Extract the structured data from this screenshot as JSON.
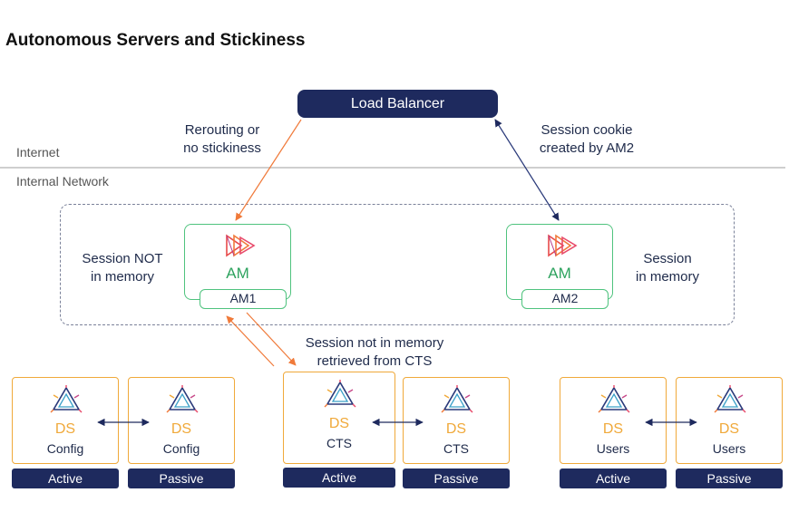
{
  "title": "Autonomous Servers and Stickiness",
  "zones": {
    "internet": "Internet",
    "internal": "Internal Network"
  },
  "load_balancer": "Load Balancer",
  "captions": {
    "reroute": [
      "Rerouting or",
      "no stickiness"
    ],
    "cookie": [
      "Session cookie",
      "created by AM2"
    ],
    "not_in_memory": [
      "Session NOT",
      "in memory"
    ],
    "in_memory": [
      "Session",
      "in memory"
    ],
    "cts": [
      "Session not in memory",
      "retrieved from CTS"
    ]
  },
  "am_servers": [
    {
      "label": "AM",
      "tag": "AM1"
    },
    {
      "label": "AM",
      "tag": "AM2"
    }
  ],
  "ds_servers": [
    {
      "label": "DS",
      "sub": "Config",
      "status": "Active"
    },
    {
      "label": "DS",
      "sub": "Config",
      "status": "Passive"
    },
    {
      "label": "DS",
      "sub": "CTS",
      "status": "Active"
    },
    {
      "label": "DS",
      "sub": "CTS",
      "status": "Passive"
    },
    {
      "label": "DS",
      "sub": "Users",
      "status": "Active"
    },
    {
      "label": "DS",
      "sub": "Users",
      "status": "Passive"
    }
  ],
  "colors": {
    "navy": "#1e2a5e",
    "am_green": "#4fc37e",
    "ds_orange": "#f0a93a",
    "reroute_arrow": "#f07a3a",
    "cookie_arrow": "#3a4a8a"
  },
  "icons": {
    "am": "forgerock-am-logo-icon",
    "ds": "forgerock-ds-logo-icon"
  }
}
